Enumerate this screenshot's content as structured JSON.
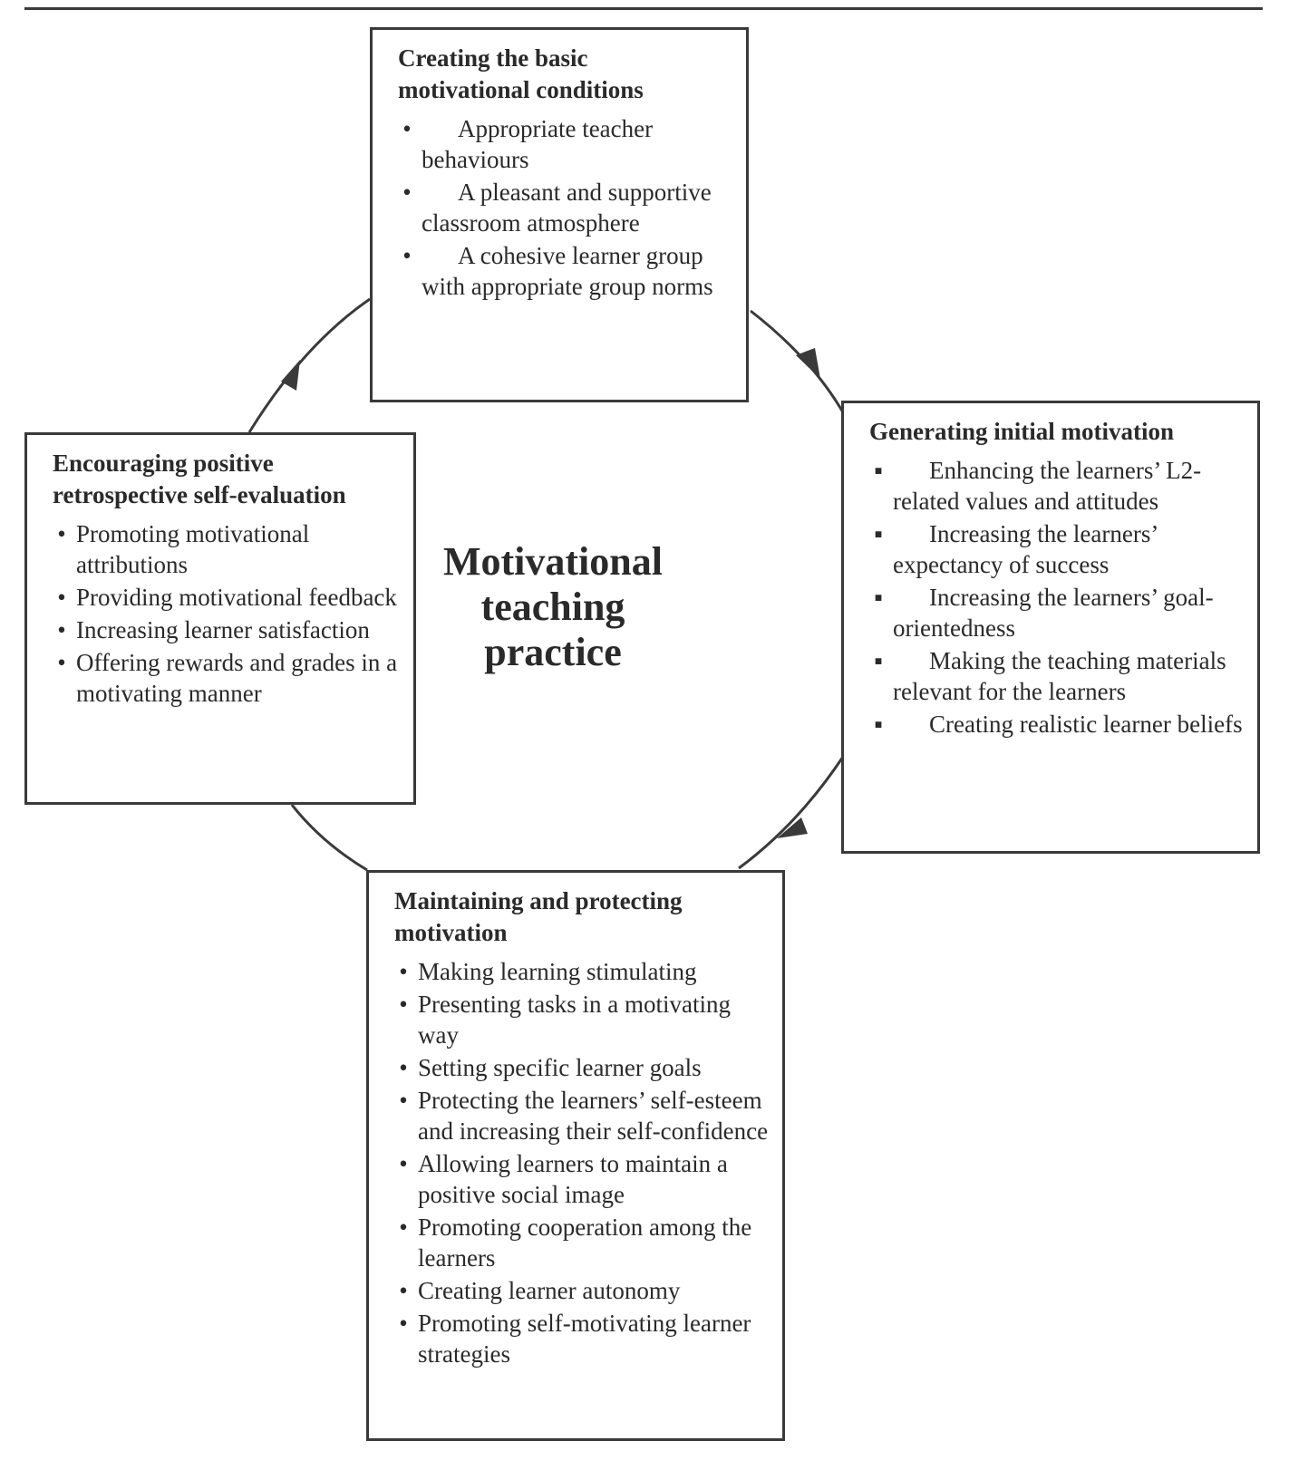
{
  "center": {
    "line1": "Motivational",
    "line2": "teaching",
    "line3": "practice"
  },
  "top_box": {
    "title_line1": "Creating the basic",
    "title_line2": "motivational conditions",
    "bullet": "•",
    "items": [
      "Appropriate teacher behaviours",
      "A pleasant and supportive classroom atmosphere",
      "A cohesive learner group with appropriate group norms"
    ]
  },
  "right_box": {
    "title": "Generating initial motivation",
    "bullet": "▪",
    "items": [
      "Enhancing the learners’ L2-related values and attitudes",
      "Increasing the learners’ expectancy of success",
      "Increasing the learners’ goal-orientedness",
      "Making the teaching materials relevant for the learners",
      "Creating realistic learner beliefs"
    ]
  },
  "bottom_box": {
    "title_line1": "Maintaining and protecting",
    "title_line2": "motivation",
    "bullet": "•",
    "items": [
      "Making learning stimulating",
      "Presenting tasks in a motivating way",
      "Setting specific learner goals",
      "Protecting the learners’ self-esteem and increasing their self-confidence",
      "Allowing learners to maintain a positive social image",
      "Promoting cooperation among the learners",
      "Creating learner autonomy",
      "Promoting self-motivating learner strategies"
    ]
  },
  "left_box": {
    "title_line1": "Encouraging positive",
    "title_line2": "retrospective self-evaluation",
    "bullet": "•",
    "items": [
      "Promoting motivational attributions",
      "Providing motivational feedback",
      "Increasing learner satisfaction",
      "Offering rewards and grades in a motivating manner"
    ]
  },
  "colors": {
    "line": "#3a3a3a",
    "text": "#2a2a2a",
    "background": "#ffffff"
  }
}
